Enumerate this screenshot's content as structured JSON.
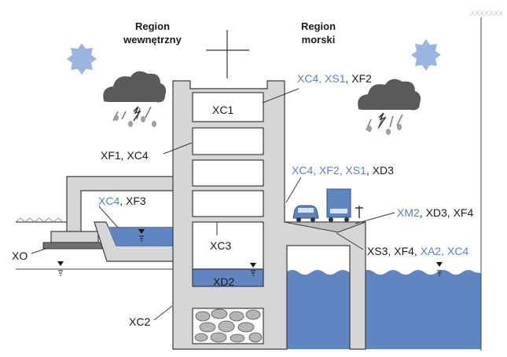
{
  "regions": {
    "inland": [
      "Region",
      "wewnętrzny"
    ],
    "marine": [
      "Region",
      "morski"
    ]
  },
  "watermark": "XXXXXXX",
  "colors": {
    "concrete": "#d4d6d7",
    "outline": "#3a3a3a",
    "water": "#5f86c0",
    "water_light": "#a9c0e0",
    "sun": "#9bb5e2",
    "cloud": "#5a5a5a",
    "accent_blue": "#5a7fc4",
    "label_dark": "#1a1a1a"
  },
  "labels": {
    "top_right": [
      {
        "text": "XC4, XS1",
        "color": "blue"
      },
      {
        "text": ", XF2",
        "color": "dark"
      }
    ],
    "xf1": [
      {
        "text": "XF1, XC4",
        "color": "dark"
      }
    ],
    "xc4_xf3": [
      {
        "text": "XC4",
        "color": "blue"
      },
      {
        "text": ", XF3",
        "color": "dark"
      }
    ],
    "mid_right": [
      {
        "text": "XC4, XF2, XS1",
        "color": "blue"
      },
      {
        "text": ", XD3",
        "color": "dark"
      }
    ],
    "xm2": [
      {
        "text": "XM2",
        "color": "blue"
      },
      {
        "text": ", XD3, XF4",
        "color": "dark"
      }
    ],
    "xs3": [
      {
        "text": "XS3, XF4, ",
        "color": "dark"
      },
      {
        "text": "XA2, XC4",
        "color": "blue"
      }
    ],
    "xo": [
      {
        "text": "XO",
        "color": "dark"
      }
    ],
    "xc2": [
      {
        "text": "XC2",
        "color": "dark"
      }
    ],
    "xc1": [
      {
        "text": "XC1",
        "color": "dark"
      }
    ],
    "xc3": [
      {
        "text": "XC3",
        "color": "dark"
      }
    ],
    "xd2": [
      {
        "text": "XD2",
        "color": "dark"
      }
    ]
  }
}
